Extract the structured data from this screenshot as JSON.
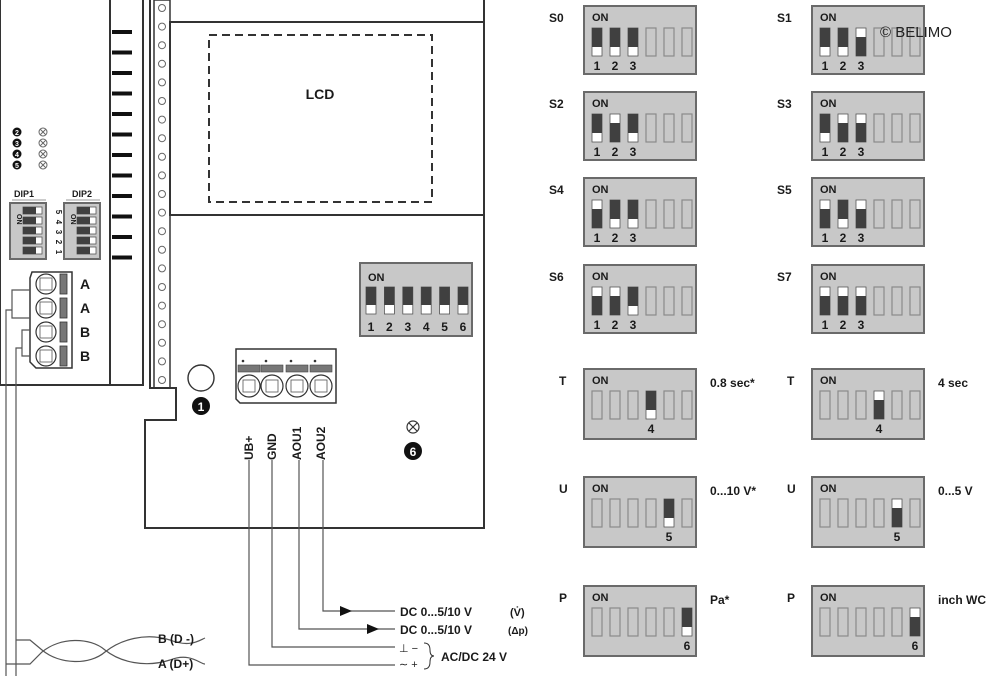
{
  "copyright": "© BELIMO",
  "device": {
    "lcd_label": "LCD",
    "callout_power": "1",
    "callout_led": "6",
    "left_module": {
      "led_callouts": [
        "2",
        "3",
        "4",
        "5"
      ],
      "dip1_label": "DIP1",
      "dip2_label": "DIP2",
      "dip_on_label": "ON",
      "dip_numbers": [
        "1",
        "2",
        "3",
        "4",
        "5"
      ],
      "bus_terminals": [
        "A",
        "A",
        "B",
        "B"
      ]
    },
    "main_dip": {
      "on_label": "ON",
      "numbers": [
        "1",
        "2",
        "3",
        "4",
        "5",
        "6"
      ],
      "states": [
        "off",
        "off",
        "off",
        "off",
        "off",
        "off"
      ]
    },
    "terminals": [
      "UB+",
      "GND",
      "AOU1",
      "AOU2"
    ]
  },
  "wiring": {
    "bus_b": "B (D -)",
    "bus_a": "A (D+)",
    "out_flow": "DC 0...5/10 V",
    "out_flow_unit": "(V̇)",
    "out_dp": "DC 0...5/10 V",
    "out_dp_unit": "(Δp)",
    "supply_neg": "⊥ −",
    "supply_pos": "∼ +",
    "supply_label": "AC/DC 24 V"
  },
  "switch_settings": [
    {
      "label": "S0",
      "on_label": "ON",
      "switches": [
        1,
        2,
        3
      ],
      "states": [
        "off",
        "off",
        "off"
      ],
      "note": ""
    },
    {
      "label": "S1",
      "on_label": "ON",
      "switches": [
        1,
        2,
        3
      ],
      "states": [
        "off",
        "off",
        "on"
      ],
      "note": ""
    },
    {
      "label": "S2",
      "on_label": "ON",
      "switches": [
        1,
        2,
        3
      ],
      "states": [
        "off",
        "on",
        "off"
      ],
      "note": ""
    },
    {
      "label": "S3",
      "on_label": "ON",
      "switches": [
        1,
        2,
        3
      ],
      "states": [
        "off",
        "on",
        "on"
      ],
      "note": ""
    },
    {
      "label": "S4",
      "on_label": "ON",
      "switches": [
        1,
        2,
        3
      ],
      "states": [
        "on",
        "off",
        "off"
      ],
      "note": ""
    },
    {
      "label": "S5",
      "on_label": "ON",
      "switches": [
        1,
        2,
        3
      ],
      "states": [
        "on",
        "off",
        "on"
      ],
      "note": ""
    },
    {
      "label": "S6",
      "on_label": "ON",
      "switches": [
        1,
        2,
        3
      ],
      "states": [
        "on",
        "on",
        "off"
      ],
      "note": ""
    },
    {
      "label": "S7",
      "on_label": "ON",
      "switches": [
        1,
        2,
        3
      ],
      "states": [
        "on",
        "on",
        "on"
      ],
      "note": ""
    },
    {
      "label": "T",
      "on_label": "ON",
      "switches": [
        4
      ],
      "states": [
        "off"
      ],
      "note": "0.8 sec*"
    },
    {
      "label": "T",
      "on_label": "ON",
      "switches": [
        4
      ],
      "states": [
        "on"
      ],
      "note": "4 sec"
    },
    {
      "label": "U",
      "on_label": "ON",
      "switches": [
        5
      ],
      "states": [
        "off"
      ],
      "note": "0...10 V*"
    },
    {
      "label": "U",
      "on_label": "ON",
      "switches": [
        5
      ],
      "states": [
        "on"
      ],
      "note": "0...5 V"
    },
    {
      "label": "P",
      "on_label": "ON",
      "switches": [
        6
      ],
      "states": [
        "off"
      ],
      "note": "Pa*"
    },
    {
      "label": "P",
      "on_label": "ON",
      "switches": [
        6
      ],
      "states": [
        "on"
      ],
      "note": "inch WC"
    }
  ]
}
